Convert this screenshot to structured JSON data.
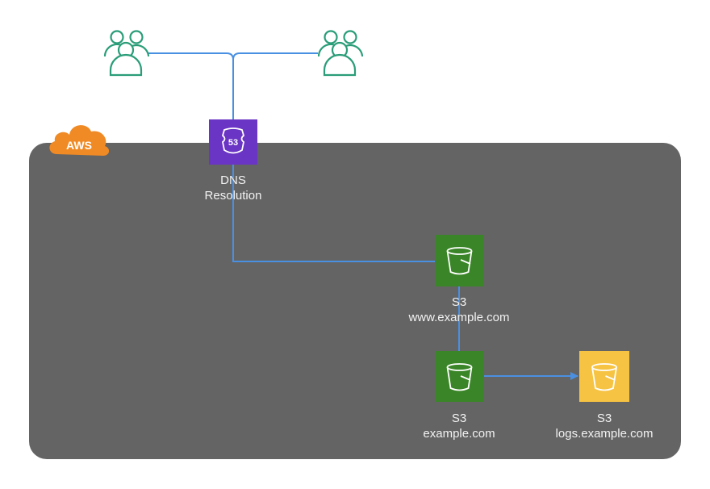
{
  "cloud": {
    "label": "AWS",
    "colors": {
      "region_fill": "#646464",
      "badge": "#f08a24"
    }
  },
  "connector_color": "#4a90e2",
  "users": [
    {
      "icon": "users-icon",
      "color": "#2a9d78"
    },
    {
      "icon": "users-icon",
      "color": "#2a9d78"
    }
  ],
  "nodes": {
    "dns": {
      "icon": "route53-icon",
      "badge_text": "53",
      "color": "#6a34c4",
      "line1": "DNS",
      "line2": "Resolution"
    },
    "www": {
      "icon": "s3-bucket-icon",
      "color": "#3a8527",
      "line1": "S3",
      "line2": "www.example.com"
    },
    "root": {
      "icon": "s3-bucket-icon",
      "color": "#3a8527",
      "line1": "S3",
      "line2": "example.com"
    },
    "logs": {
      "icon": "s3-bucket-icon",
      "color": "#f6c342",
      "line1": "S3",
      "line2": "logs.example.com"
    }
  }
}
